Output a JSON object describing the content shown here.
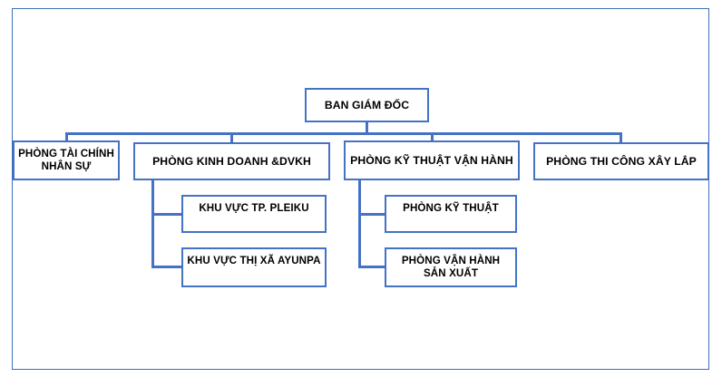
{
  "chart": {
    "type": "org-chart",
    "accent_color": "#4472C4",
    "frame_color": "#3F6FB5",
    "text_color": "#000000",
    "background": "#FFFFFF",
    "nodes": {
      "root": {
        "label": "BAN GIÁM ĐỐC",
        "level": 1
      },
      "finance": {
        "label": "PHÒNG TÀI CHÍNH NHÂN SỰ",
        "level": 2
      },
      "sales": {
        "label": "PHÒNG KINH DOANH &DVKH",
        "level": 2
      },
      "tech_ops": {
        "label": "PHÒNG KỸ THUẬT VẬN HÀNH",
        "level": 2
      },
      "construction": {
        "label": "PHÒNG THI CÔNG XÂY LẮP",
        "level": 2
      },
      "pleiku": {
        "label": "KHU VỰC TP. PLEIKU",
        "level": 3
      },
      "ayunpa": {
        "label": "KHU VỰC THỊ XÃ AYUNPA",
        "level": 3
      },
      "technical": {
        "label": "PHÒNG KỸ THUẬT",
        "level": 3
      },
      "production": {
        "label": "PHÒNG VẬN HÀNH SẢN XUẤT",
        "level": 3
      }
    },
    "edges": [
      {
        "from": "root",
        "to": "finance"
      },
      {
        "from": "root",
        "to": "sales"
      },
      {
        "from": "root",
        "to": "tech_ops"
      },
      {
        "from": "root",
        "to": "construction"
      },
      {
        "from": "sales",
        "to": "pleiku"
      },
      {
        "from": "sales",
        "to": "ayunpa"
      },
      {
        "from": "tech_ops",
        "to": "technical"
      },
      {
        "from": "tech_ops",
        "to": "production"
      }
    ]
  }
}
